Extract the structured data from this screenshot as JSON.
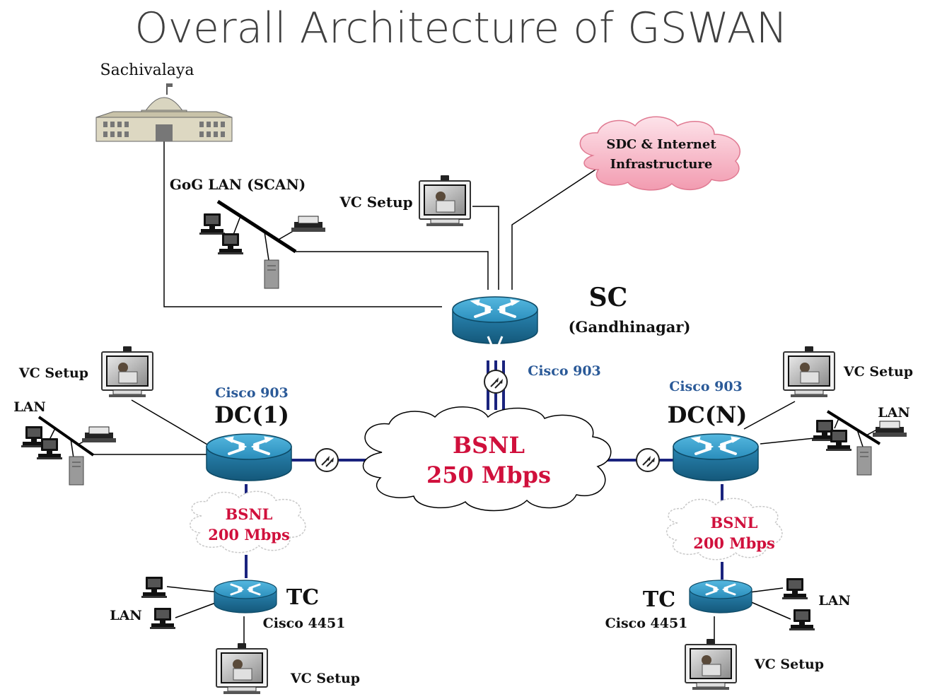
{
  "title": "Overall Architecture of GSWAN",
  "colors": {
    "link_blue": "#1a237e",
    "router_top": "#3aa3cf",
    "router_side": "#1e6e96",
    "cisco_blue": "#2b5a98",
    "bsnl_red": "#d0103c",
    "cloud_pink": "#f5a3b5",
    "line": "#000000"
  },
  "nodes": {
    "sachivalaya": {
      "label": "Sachivalaya",
      "icon": "government-building-icon"
    },
    "gog_lan": {
      "label": "GoG LAN (SCAN)"
    },
    "sdc": {
      "label_line1": "SDC & Internet",
      "label_line2": "Infrastructure",
      "icon": "cloud-icon"
    },
    "sc": {
      "label": "SC",
      "sublabel": "(Gandhinagar)",
      "device": "Cisco 903"
    },
    "sc_vc": {
      "label": "VC Setup"
    },
    "dc1": {
      "label": "DC(1)",
      "device": "Cisco 903",
      "vc_label": "VC Setup",
      "lan_label": "LAN"
    },
    "dcn": {
      "label": "DC(N)",
      "device": "Cisco 903",
      "vc_label": "VC Setup",
      "lan_label": "LAN"
    },
    "core_cloud": {
      "line1": "BSNL",
      "line2": "250 Mbps"
    },
    "left_cloud": {
      "line1": "BSNL",
      "line2": "200 Mbps"
    },
    "right_cloud": {
      "line1": "BSNL",
      "line2": "200 Mbps"
    },
    "tc_left": {
      "label": "TC",
      "device": "Cisco 4451",
      "lan_label": "LAN",
      "vc_label": "VC Setup"
    },
    "tc_right": {
      "label": "TC",
      "device": "Cisco 4451",
      "lan_label": "LAN",
      "vc_label": "VC Setup"
    }
  }
}
